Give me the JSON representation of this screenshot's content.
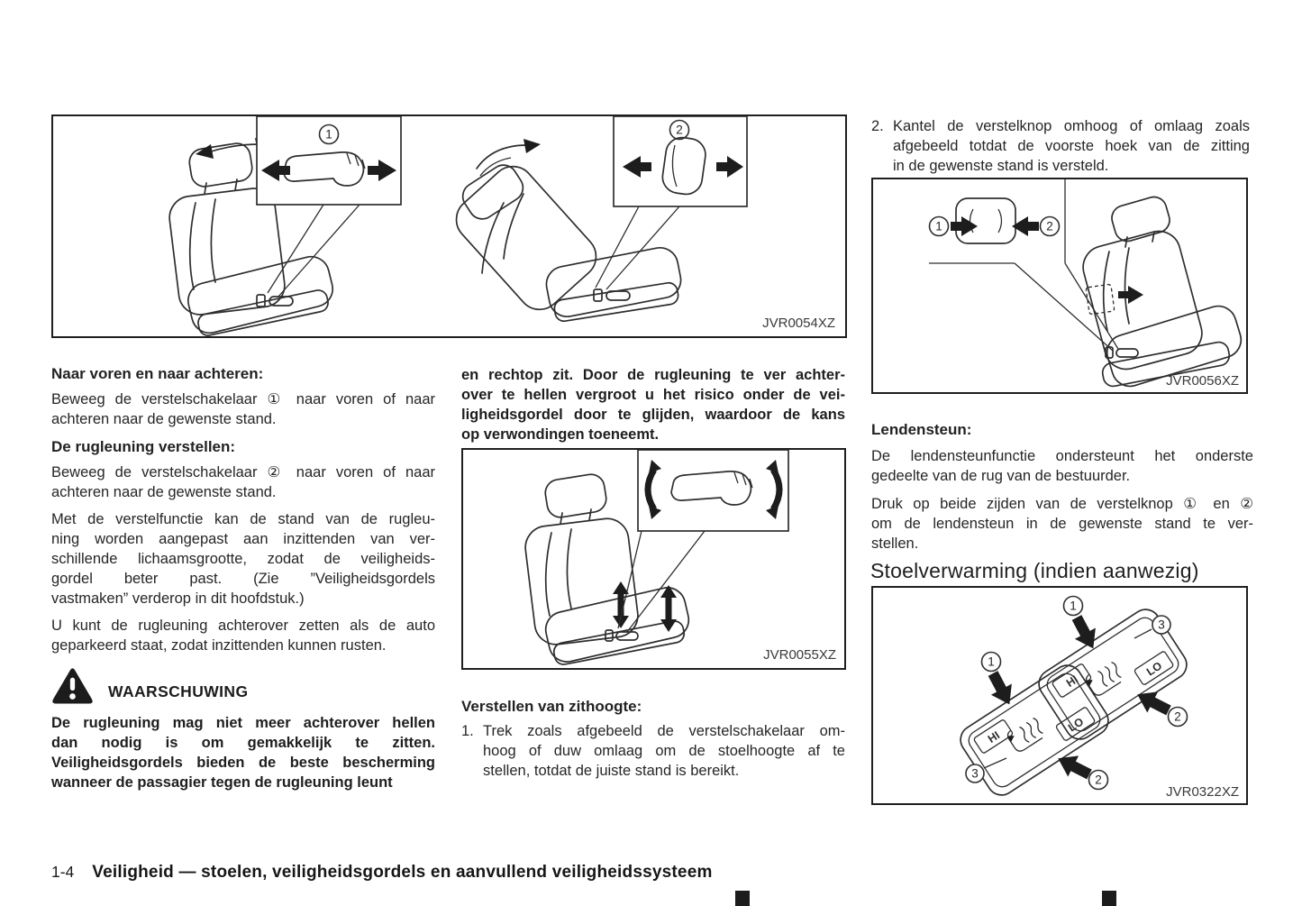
{
  "figure_seat_slide": {
    "caption": "JVR0054XZ",
    "callout_1": "1",
    "callout_2": "2"
  },
  "figure_seat_height": {
    "caption": "JVR0055XZ"
  },
  "figure_front_edge": {
    "caption": "JVR0056XZ",
    "callout_1": "1",
    "callout_2": "2"
  },
  "figure_seat_heating": {
    "caption": "JVR0322XZ",
    "callout_1": "1",
    "callout_2": "2",
    "callout_3": "3",
    "hi_label": "HI",
    "lo_label": "LO"
  },
  "left_column": {
    "heading_forward": "Naar voren en naar achteren:",
    "para_forward_lines": [
      "Beweeg de verstelschakelaar ① naar voren of naar",
      "achteren naar de gewenste stand."
    ],
    "heading_backrest": "De rugleuning verstellen:",
    "para_backrest_lines": [
      "Beweeg de verstelschakelaar ② naar voren of naar",
      "achteren naar de gewenste stand."
    ],
    "para_recline_lines": [
      "Met de verstelfunctie kan de stand van de rugleu-",
      "ning worden aangepast aan inzittenden van ver-",
      "schillende lichaamsgrootte, zodat de veiligheids-",
      "gordel beter past. (Zie ”Veiligheidsgordels",
      "vastmaken” verderop in dit hoofdstuk.)"
    ],
    "para_rest_lines": [
      "U kunt de rugleuning achterover zetten als de auto",
      "geparkeerd staat, zodat inzittenden kunnen rusten."
    ],
    "warning_title": "WAARSCHUWING",
    "warning_lines": [
      "De rugleuning mag niet meer achterover hellen",
      "dan nodig is om gemakkelijk te zitten.",
      "Veiligheidsgordels bieden de beste bescherming",
      "wanneer de passagier tegen de rugleuning leunt"
    ]
  },
  "middle_column": {
    "warning_cont_lines": [
      "en rechtop zit. Door de rugleuning te ver achter-",
      "over te hellen vergroot u het risico onder de vei-",
      "ligheidsgordel door te glijden, waardoor de kans",
      "op verwondingen toeneemt."
    ],
    "heading_height": "Verstellen van zithoogte:",
    "item_1_number": "1.",
    "item_1_lines": [
      "Trek zoals afgebeeld de verstelschakelaar om-",
      "hoog of duw omlaag om de stoelhoogte af te",
      "stellen, totdat de juiste stand is bereikt."
    ]
  },
  "right_column": {
    "item_2_number": "2.",
    "item_2_lines": [
      "Kantel de verstelknop omhoog of omlaag zoals",
      "afgebeeld totdat de voorste hoek van de zitting",
      "in de gewenste stand is versteld."
    ],
    "heading_lumbar": "Lendensteun:",
    "para_lumbar_1_lines": [
      "De lendensteunfunctie ondersteunt het onderste",
      "gedeelte van de rug van de bestuurder."
    ],
    "para_lumbar_2_lines": [
      "Druk op beide zijden van de verstelknop ① en ②",
      "om de lendensteun in de gewenste stand te ver-",
      "stellen."
    ],
    "heading_heating": "Stoelverwarming (indien aanwezig)"
  },
  "footer": {
    "page_number": "1-4",
    "chapter_title": "Veiligheid — stoelen, veiligheidsgordels en aanvullend veiligheidssysteem"
  }
}
